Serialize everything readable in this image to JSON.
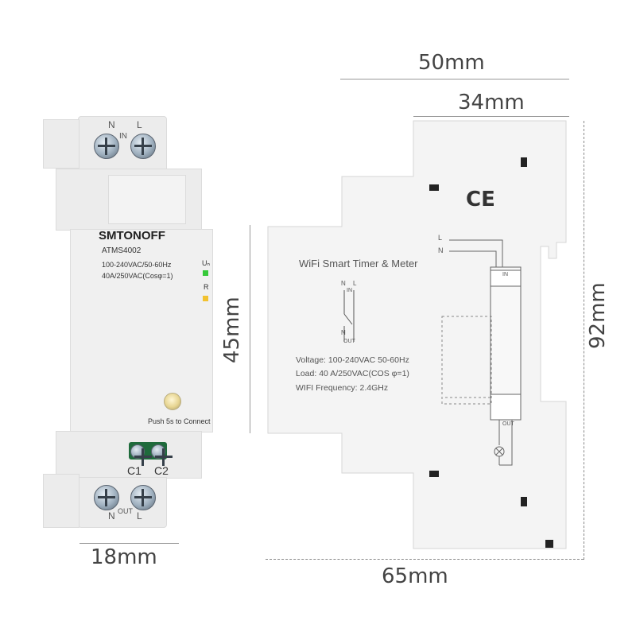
{
  "dimensions": {
    "width_total": "50mm",
    "width_body": "34mm",
    "height_front": "45mm",
    "height_total": "92mm",
    "width_side": "18mm",
    "depth": "65mm"
  },
  "front_device": {
    "terminal_top_n": "N",
    "terminal_top_in": "IN",
    "terminal_top_l": "L",
    "brand": "SMTONOFF",
    "model": "ATMS4002",
    "rating_1": "100-240VAC/50-60Hz",
    "rating_2": "40A/250VAC(Cosφ=1)",
    "led_un": "Uₙ",
    "led_r": "R",
    "button_caption": "Push 5s to Connect",
    "contact_c1": "C1",
    "contact_c2": "C2",
    "terminal_bottom_n": "N",
    "terminal_bottom_out": "OUT",
    "terminal_bottom_l": "L"
  },
  "side_panel": {
    "ce_mark": "CE",
    "title": "WiFi Smart Timer & Meter",
    "voltage": "Voltage: 100-240VAC 50-60Hz",
    "load": "Load: 40 A/250VAC(COS φ=1)",
    "frequency": "WIFI Frequency: 2.4GHz",
    "wiring_l": "L",
    "wiring_n": "N",
    "symbol_n_top": "N",
    "symbol_in": "IN",
    "symbol_l_top": "L",
    "symbol_n_bottom": "N",
    "symbol_out": "OUT",
    "mini_in": "IN",
    "mini_out": "OUT"
  },
  "colors": {
    "led_green": "#36c93a",
    "led_yellow": "#f2c230",
    "body": "#ececec"
  }
}
